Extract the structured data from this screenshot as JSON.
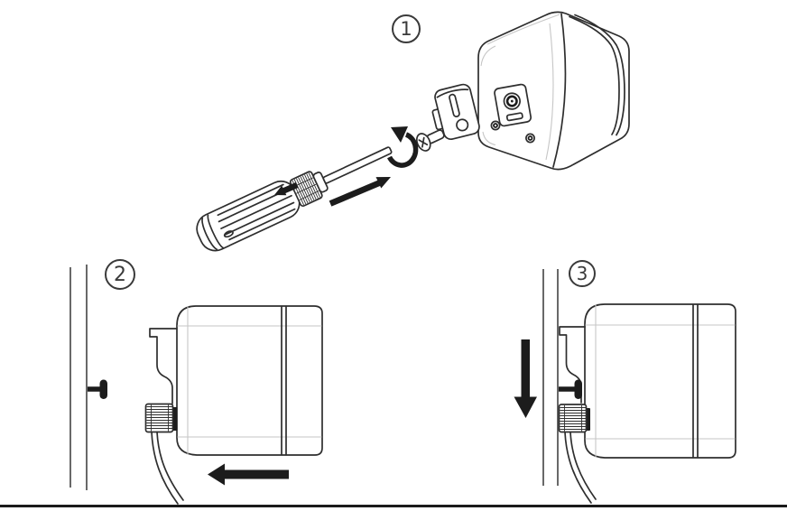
{
  "figure": {
    "type": "installation-instructions-diagram",
    "background": "#ffffff",
    "outline_color": "#2e2e2e",
    "light_line_color": "#c6c6c6",
    "arrow_color": "#1c1c1c",
    "badge_color": "#3a3a3a",
    "wall_line_color": "#4f4f4f",
    "divider_color": "#1a1a1a"
  },
  "steps": [
    {
      "number": "1",
      "illustration": [
        "screwdriver",
        "rotation-arrow",
        "push-pull-arrow",
        "fixing-screw",
        "mounting-clip",
        "cube-device"
      ]
    },
    {
      "number": "2",
      "illustration": [
        "wall-lines",
        "wall-screw",
        "device-side-view",
        "mounting-hook",
        "cable-gland",
        "power-cable",
        "slide-left-arrow"
      ]
    },
    {
      "number": "3",
      "illustration": [
        "wall-lines",
        "wall-screw",
        "device-side-view",
        "mounting-hook",
        "cable-gland",
        "power-cable",
        "slide-down-arrow"
      ]
    }
  ]
}
